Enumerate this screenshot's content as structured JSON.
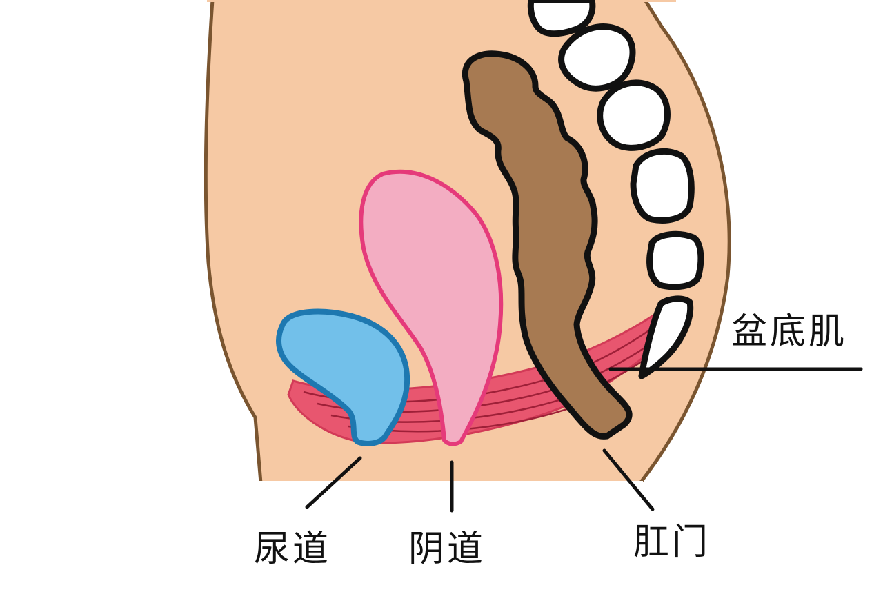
{
  "diagram": {
    "type": "anatomical-cross-section",
    "subject": "female pelvic floor, sagittal view",
    "colors": {
      "background": "#ffffff",
      "skin": "#f6c9a4",
      "skin_outline": "#7a5530",
      "bladder_fill": "#72c0ea",
      "bladder_outline": "#1e78b0",
      "vagina_fill": "#f3adc2",
      "vagina_outline": "#e53a7a",
      "rectum_fill": "#a77a52",
      "rectum_outline": "#111111",
      "muscle_fill": "#e8566f",
      "muscle_lines": "#9e2038",
      "vertebra_fill": "#ffffff",
      "vertebra_outline": "#111111",
      "leader_line": "#111111"
    }
  },
  "labels": {
    "pelvic_floor_muscle": "盆底肌",
    "urethra": "尿道",
    "vagina": "阴道",
    "anus": "肛门"
  }
}
